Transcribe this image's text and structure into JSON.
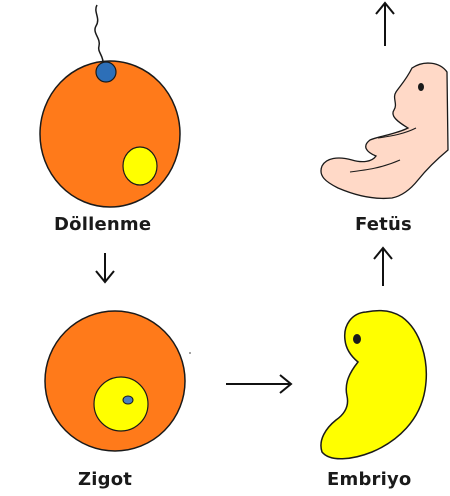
{
  "stages": {
    "fertilization": {
      "label": "Döllenme"
    },
    "zygote": {
      "label": "Zigot"
    },
    "embryo": {
      "label": "Embriyo"
    },
    "fetus": {
      "label": "Fetüs"
    }
  },
  "colors": {
    "cell_orange": "#ff7a1a",
    "nucleus_yellow": "#ffff00",
    "sperm_blue": "#2d6fb8",
    "embryo_yellow": "#ffff00",
    "fetus_skin": "#ffd9c7",
    "outline": "#1a1a1a"
  }
}
